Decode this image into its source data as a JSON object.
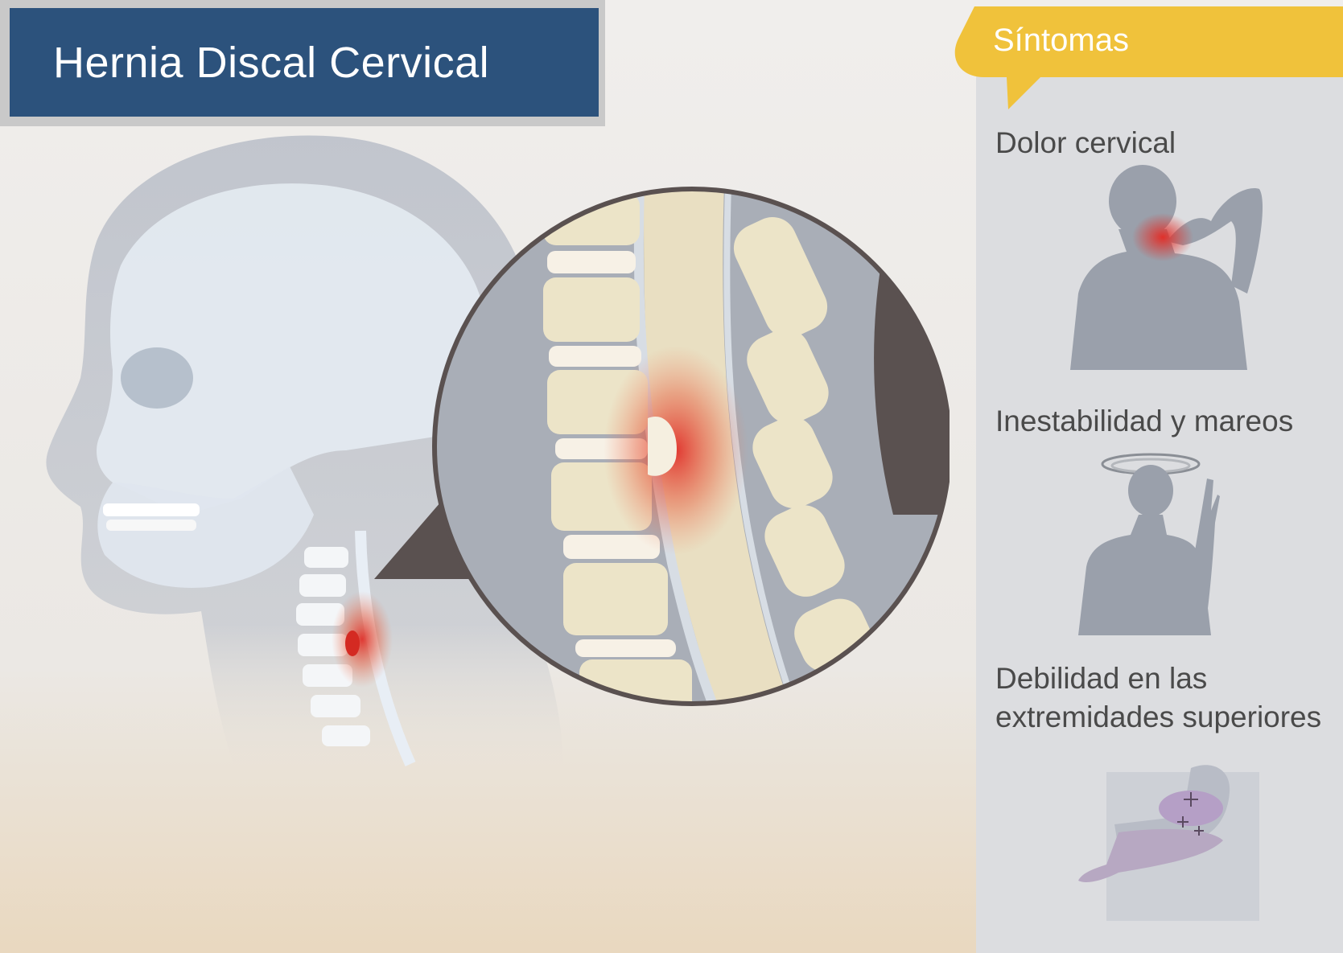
{
  "title": "Hernia Discal Cervical",
  "sidebar": {
    "header": "Síntomas",
    "items": [
      {
        "label": "Dolor cervical",
        "icon": "neck-pain-figure-icon"
      },
      {
        "label": "Inestabilidad y mareos",
        "icon": "dizziness-figure-icon"
      },
      {
        "label": "Debilidad en las extremidades superiores",
        "icon": "arm-weakness-icon"
      }
    ]
  },
  "colors": {
    "title_bg": "#2c527c",
    "tab": "#f0c23b",
    "panel": "#dcdde0",
    "figure": "#9aa0ab",
    "pain": "#e0302a",
    "bone": "#efe6cc"
  }
}
